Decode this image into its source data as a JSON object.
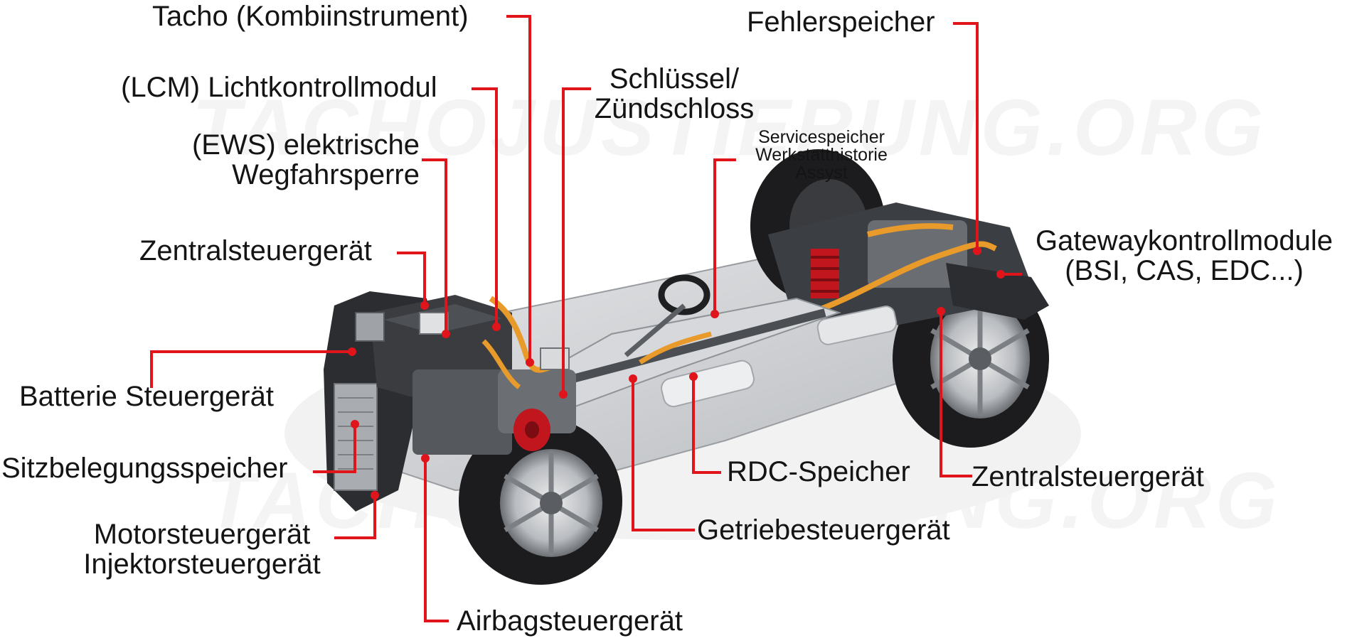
{
  "watermark": "TACHOJUSTIERUNG.ORG",
  "colors": {
    "leader": "#e0141b",
    "text": "#141414",
    "body_dark": "#2b2d30",
    "body_light": "#c9cbce",
    "tire": "#1c1c1e",
    "accent_orange": "#e89a2a",
    "accent_red": "#c2161f"
  },
  "labels": {
    "tacho": "Tacho (Kombiinstrument)",
    "fehlerspeicher": "Fehlerspeicher",
    "lcm": "(LCM) Lichtkontrollmodul",
    "schluessel_1": "Schlüssel/",
    "schluessel_2": "Zündschloss",
    "ews_1": "(EWS) elektrische",
    "ews_2": "Wegfahrsperre",
    "service_1": "Servicespeicher",
    "service_2": "Werkstatthistorie",
    "service_3": "Assyst",
    "zentral_left": "Zentralsteuergerät",
    "gateway_1": "Gatewaykontrollmodule",
    "gateway_2": "(BSI, CAS, EDC...)",
    "batterie": "Batterie Steuergerät",
    "sitz": "Sitzbelegungsspeicher",
    "rdc": "RDC-Speicher",
    "zentral_right": "Zentralsteuergerät",
    "motor_1": "Motorsteuergerät",
    "motor_2": "Injektorsteuergerät",
    "getriebe": "Getriebesteuergerät",
    "airbag": "Airbagsteuergerät"
  }
}
